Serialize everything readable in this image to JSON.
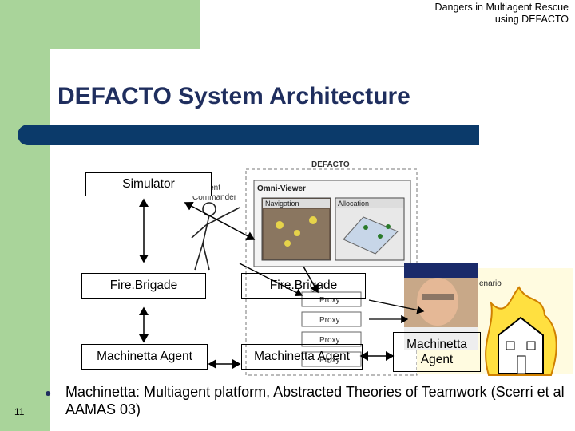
{
  "header": {
    "line1": "Dangers in Multiagent Rescue",
    "line2": "using DEFACTO"
  },
  "title": "DEFACTO System Architecture",
  "boxes": {
    "simulator": "Simulator",
    "firebrigade_left": "Fire.Brigade",
    "firebrigade_right": "Fire.Brigade",
    "machinetta_left": "Machinetta Agent",
    "machinetta_right": "Machinetta Agent",
    "machinetta_far": "Machinetta Agent"
  },
  "defacto": {
    "label": "DEFACTO",
    "incident_commander": "Incident Commander",
    "omni_viewer": "Omni-Viewer",
    "navigation": "Navigation",
    "allocation": "Allocation",
    "proxy": "Proxy",
    "scenario": "enario"
  },
  "bullet": "Machinetta: Multiagent platform, Abstracted Theories of Teamwork (Scerri et al AAMAS 03)",
  "slide_number": "11"
}
